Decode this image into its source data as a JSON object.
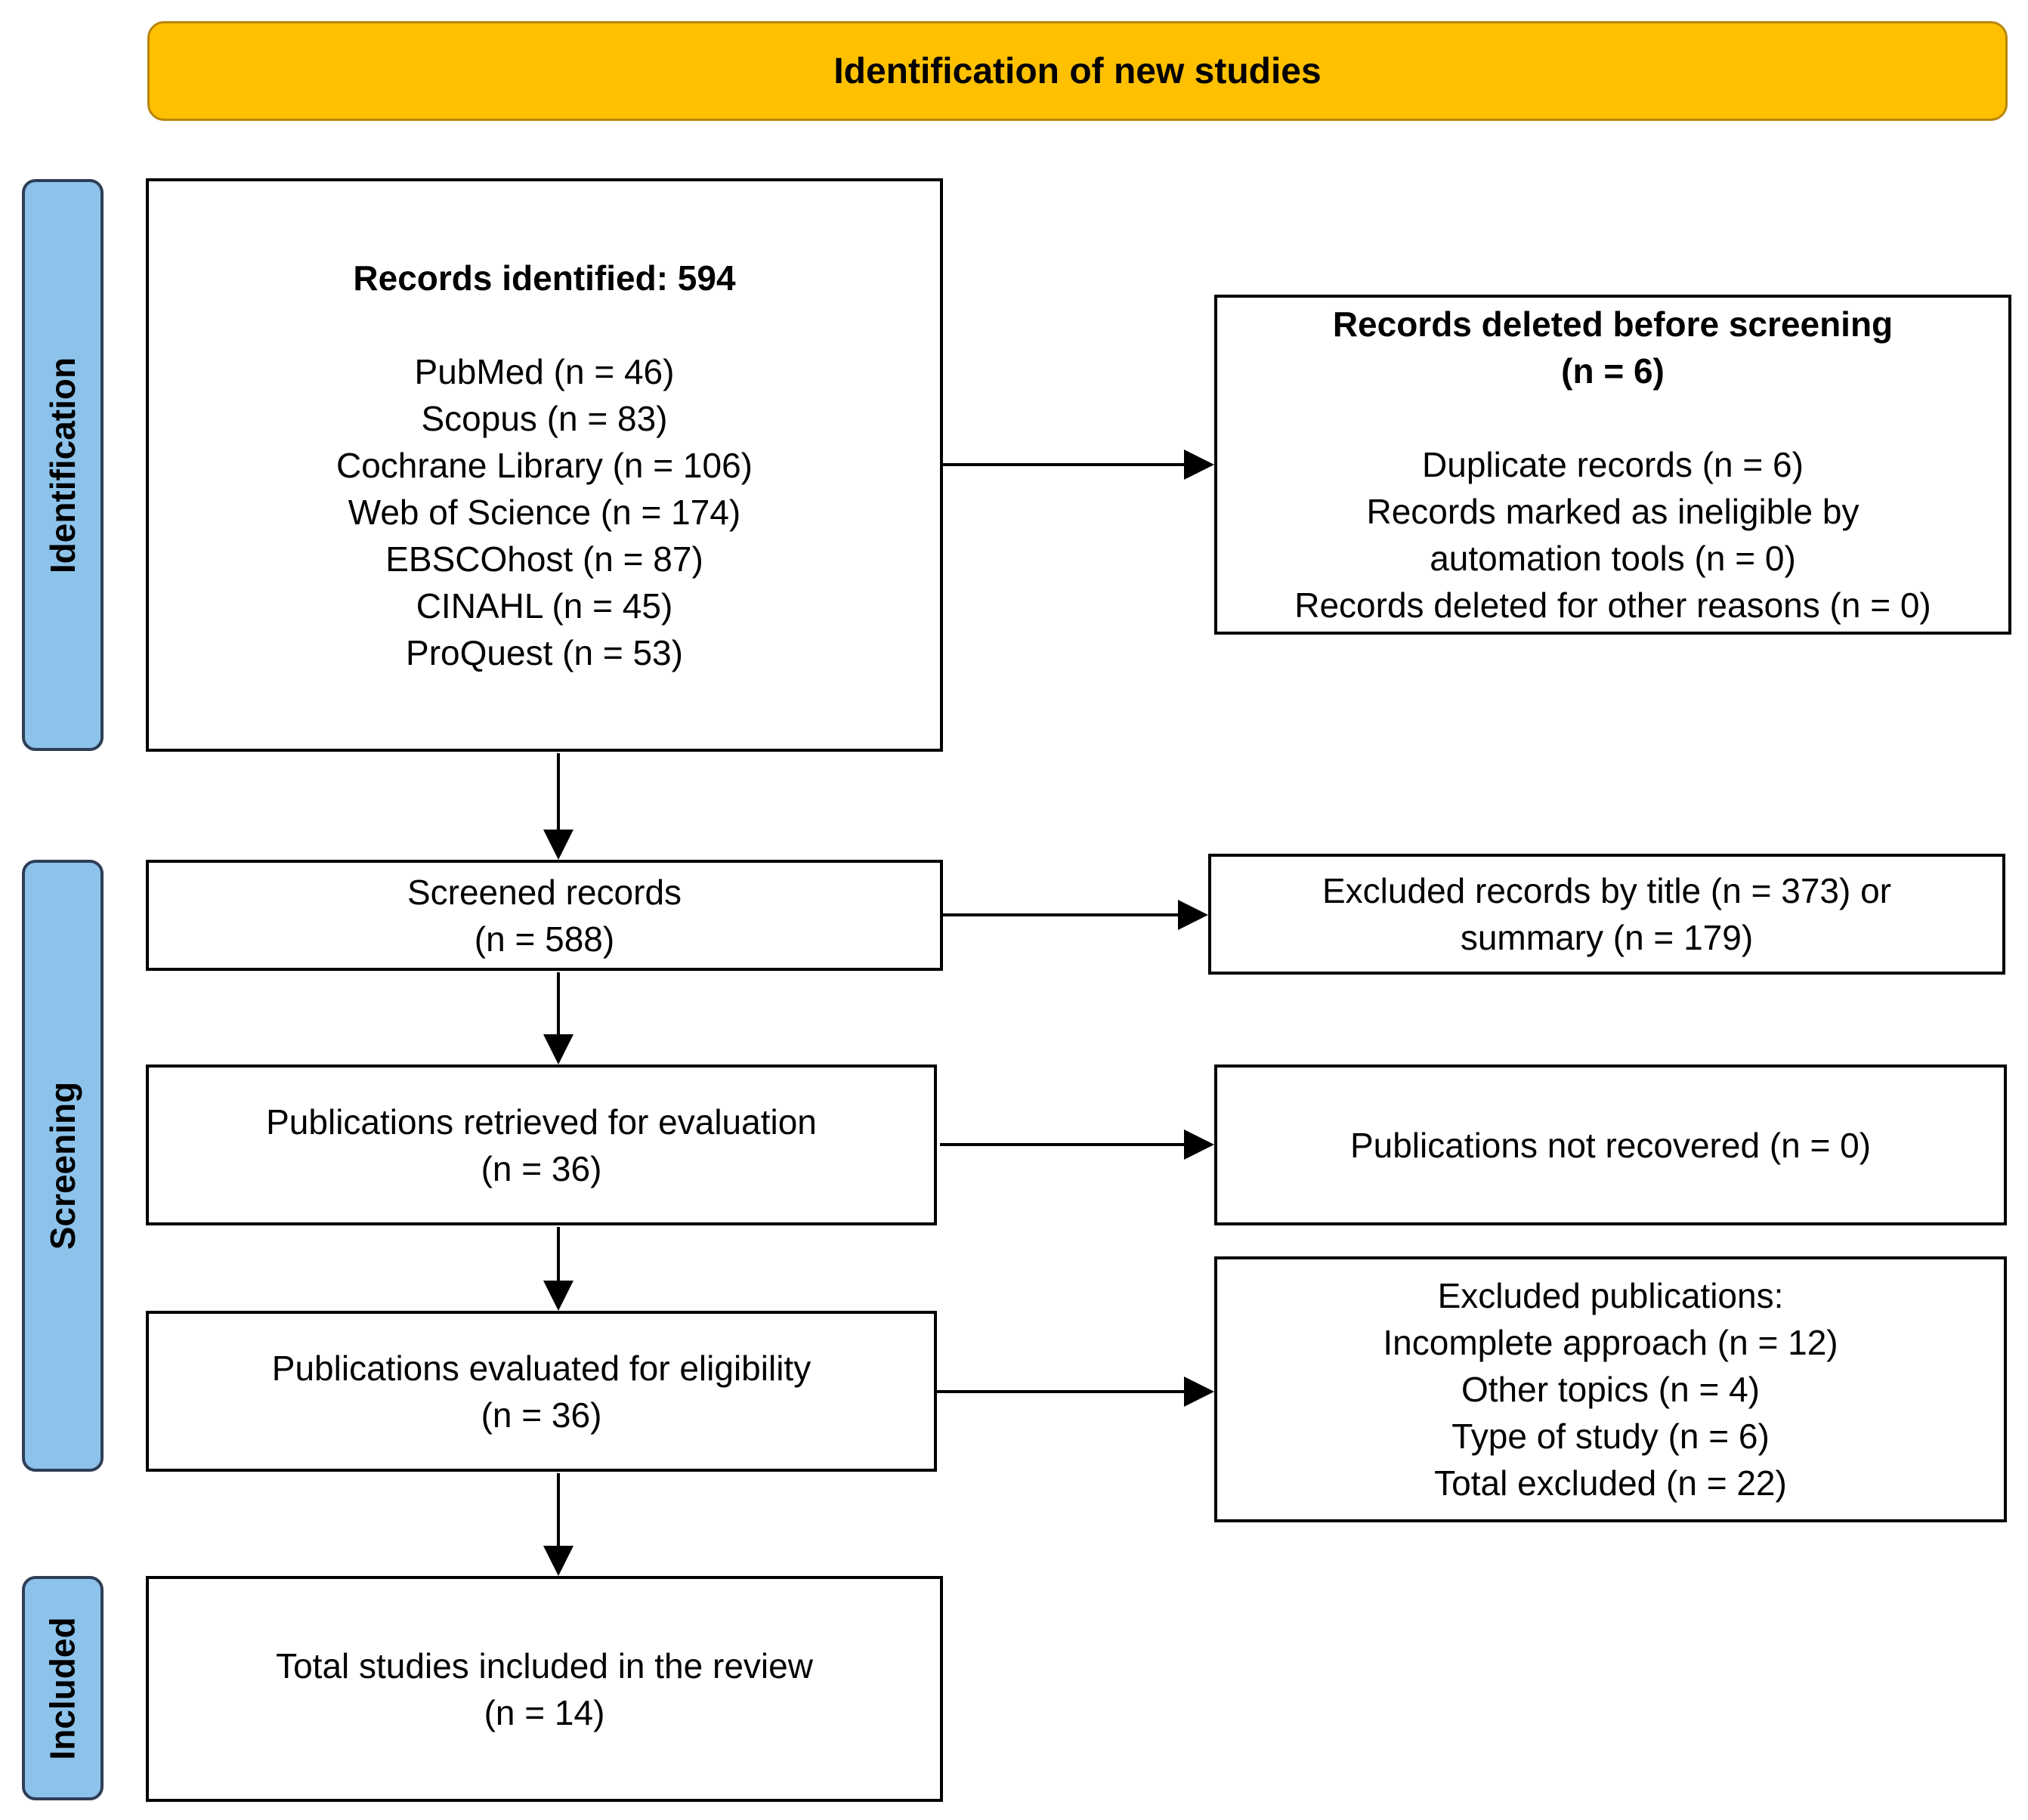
{
  "header": {
    "title": "Identification of new studies"
  },
  "phases": {
    "identification": "Identification",
    "screening": "Screening",
    "included": "Included"
  },
  "records_identified": {
    "title": "Records identified: 594",
    "sources": [
      "PubMed (n = 46)",
      "Scopus (n = 83)",
      "Cochrane Library (n = 106)",
      "Web of Science (n = 174)",
      "EBSCOhost (n = 87)",
      "CINAHL (n = 45)",
      "ProQuest (n = 53)"
    ]
  },
  "records_deleted": {
    "title_line1": "Records deleted before screening",
    "title_line2": "(n = 6)",
    "items": [
      "Duplicate records (n = 6)",
      "Records marked as ineligible by",
      "automation tools (n = 0)",
      "Records deleted for other reasons (n = 0)"
    ]
  },
  "screened": {
    "line1": "Screened records",
    "line2": "(n = 588)"
  },
  "excluded_records": {
    "line1": "Excluded records by title (n = 373) or",
    "line2": "summary (n = 179)"
  },
  "retrieved": {
    "line1": "Publications retrieved for evaluation",
    "line2": "(n = 36)"
  },
  "not_recovered": {
    "line1": "Publications not recovered (n = 0)"
  },
  "eligibility": {
    "line1": "Publications evaluated for eligibility",
    "line2": "(n = 36)"
  },
  "excluded_publications": {
    "lines": [
      "Excluded publications:",
      "Incomplete approach (n = 12)",
      "Other topics (n = 4)",
      "Type of study (n = 6)",
      "Total excluded (n = 22)"
    ]
  },
  "included": {
    "line1": "Total studies included in the review",
    "line2": "(n = 14)"
  }
}
